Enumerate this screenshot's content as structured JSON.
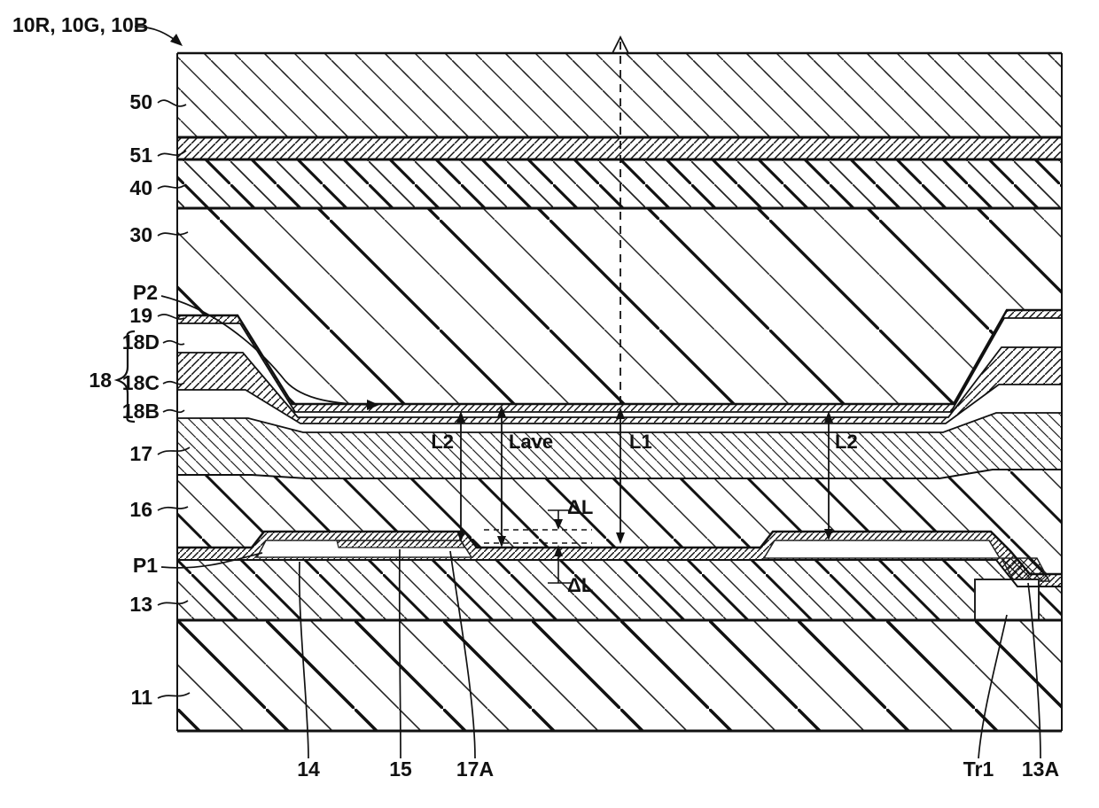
{
  "figure": {
    "pixel_ref_label": "10R, 10G, 10B",
    "layer_labels": {
      "l50": "50",
      "l51": "51",
      "l40": "40",
      "l30": "30",
      "p2": "P2",
      "l19": "19",
      "l18d": "18D",
      "l18c": "18C",
      "l18b": "18B",
      "l18": "18",
      "l17": "17",
      "l16": "16",
      "p1": "P1",
      "l13": "13",
      "l11": "11"
    },
    "bottom_labels": {
      "l14": "14",
      "l15": "15",
      "l17a": "17A",
      "tr1": "Tr1",
      "l13a": "13A"
    },
    "dimension_labels": {
      "l2_left": "L2",
      "lave": "Lave",
      "l1": "L1",
      "l2_right": "L2",
      "delta_l_top": "ΔL",
      "delta_l_bottom": "ΔL"
    },
    "colors": {
      "ink": "#111111",
      "background": "#ffffff"
    }
  }
}
